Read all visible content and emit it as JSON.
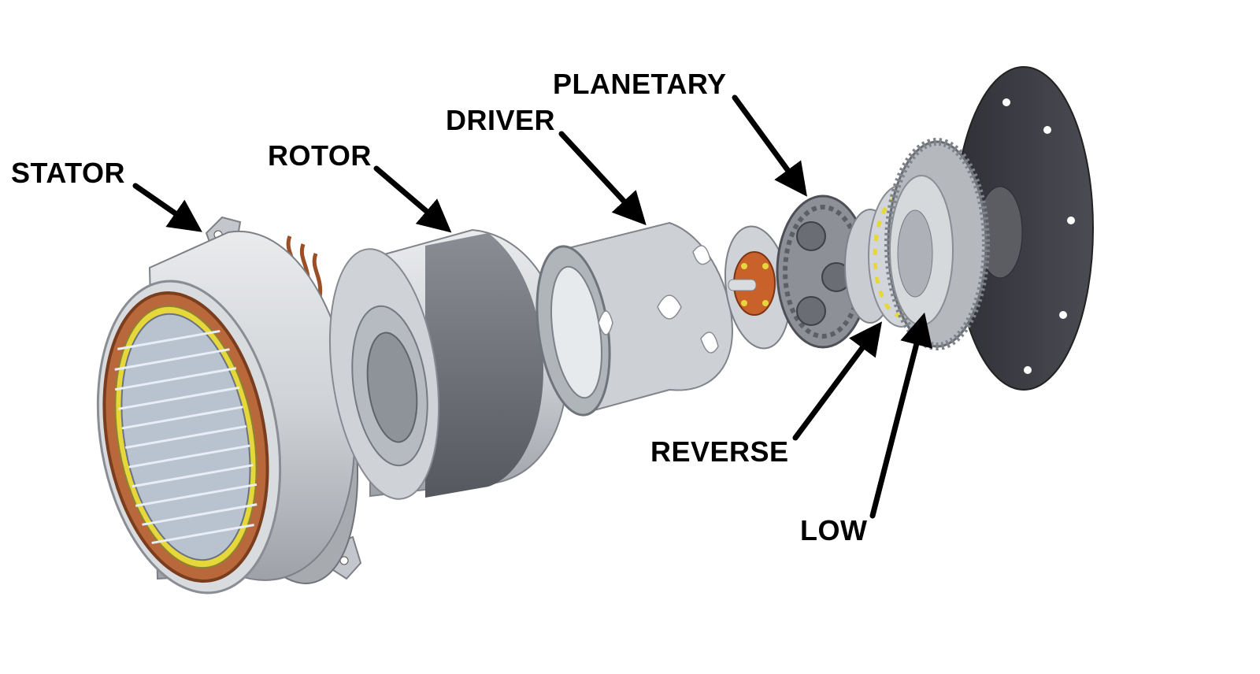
{
  "labels": {
    "stator": "STATOR",
    "rotor": "ROTOR",
    "driver": "DRIVER",
    "planetary": "PLANETARY",
    "reverse": "REVERSE",
    "low": "LOW"
  },
  "colors": {
    "background": "#ffffff",
    "housing": "#d4d7da",
    "housing_shade": "#a9adb2",
    "dark_band": "#6e7179",
    "copper": "#b8683a",
    "copper_dark": "#7a3d1e",
    "yellow": "#e6d83a",
    "plate": "#3f4046",
    "orange_hub": "#c9622a",
    "arrow": "#000000"
  }
}
